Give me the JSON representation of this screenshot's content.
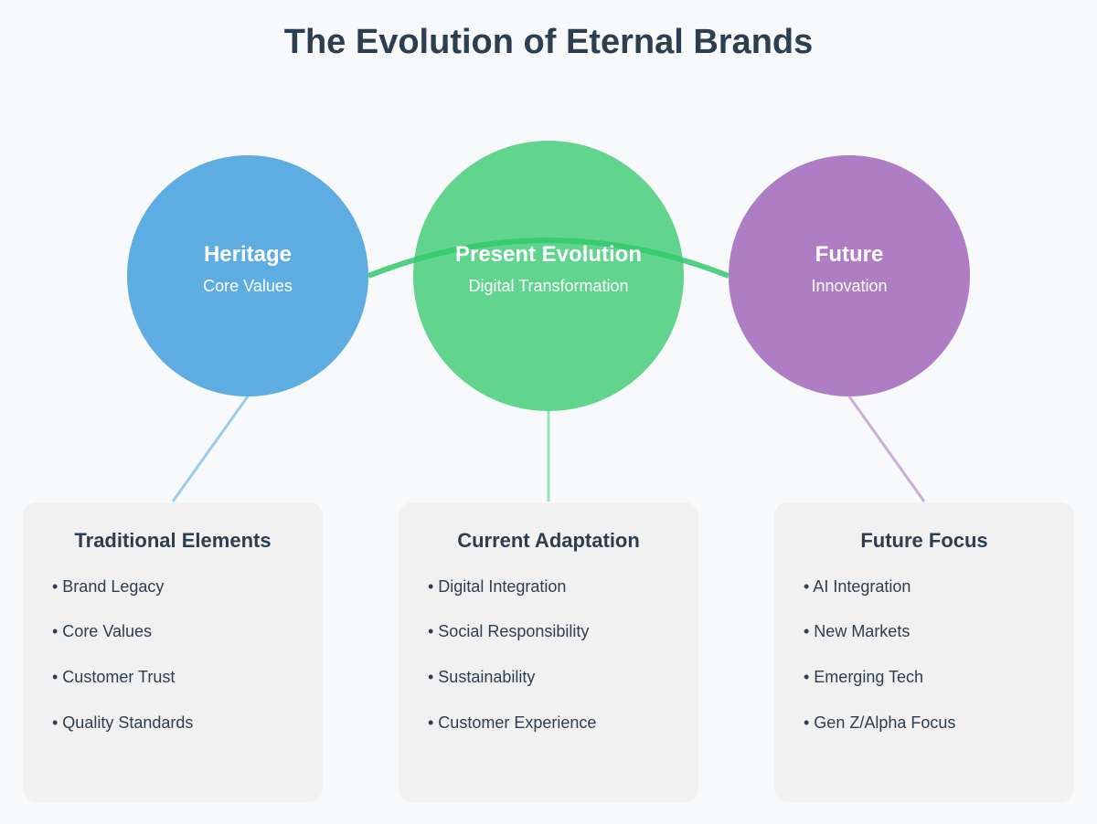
{
  "title": "The Evolution of Eternal Brands",
  "colors": {
    "heritage": "#5dade2",
    "present": "#61d48e",
    "future": "#ae7dc3",
    "curve": "#33c96c",
    "text": "#2c3e50",
    "box": "#f1f1f1"
  },
  "stages": [
    {
      "label": "Heritage",
      "sub": "Core Values"
    },
    {
      "label": "Present Evolution",
      "sub": "Digital Transformation"
    },
    {
      "label": "Future",
      "sub": "Innovation"
    }
  ],
  "boxes": [
    {
      "title": "Traditional Elements",
      "items": [
        "• Brand Legacy",
        "• Core Values",
        "• Customer Trust",
        "• Quality Standards"
      ]
    },
    {
      "title": "Current Adaptation",
      "items": [
        "• Digital Integration",
        "• Social Responsibility",
        "• Sustainability",
        "• Customer Experience"
      ]
    },
    {
      "title": "Future Focus",
      "items": [
        "• AI Integration",
        "• New Markets",
        "• Emerging Tech",
        "• Gen Z/Alpha Focus"
      ]
    }
  ]
}
